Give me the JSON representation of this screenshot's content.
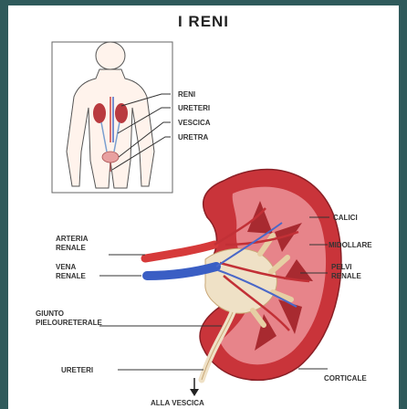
{
  "title": "I RENI",
  "labels": {
    "reni": "RENI",
    "ureteri_top": "URETERI",
    "vescica": "VESCICA",
    "uretra": "URETRA",
    "calici": "CALICI",
    "arteria_1": "ARTERIA",
    "arteria_2": "RENALE",
    "midollare": "MIDOLLARE",
    "vena_1": "VENA",
    "vena_2": "RENALE",
    "pelvi_1": "PELVI",
    "pelvi_2": "RENALE",
    "giunto_1": "GIUNTO",
    "giunto_2": "PIELOURETERALE",
    "ureteri": "URETERI",
    "corticale": "CORTICALE",
    "alla_vescica": "ALLA VESCICA"
  },
  "colors": {
    "background": "#2f5a5b",
    "kidney": "#c9343a",
    "kidney_light": "#e7848a",
    "artery": "#d63a3a",
    "vein": "#3a5ec4",
    "pelvis": "#efe1c6"
  }
}
